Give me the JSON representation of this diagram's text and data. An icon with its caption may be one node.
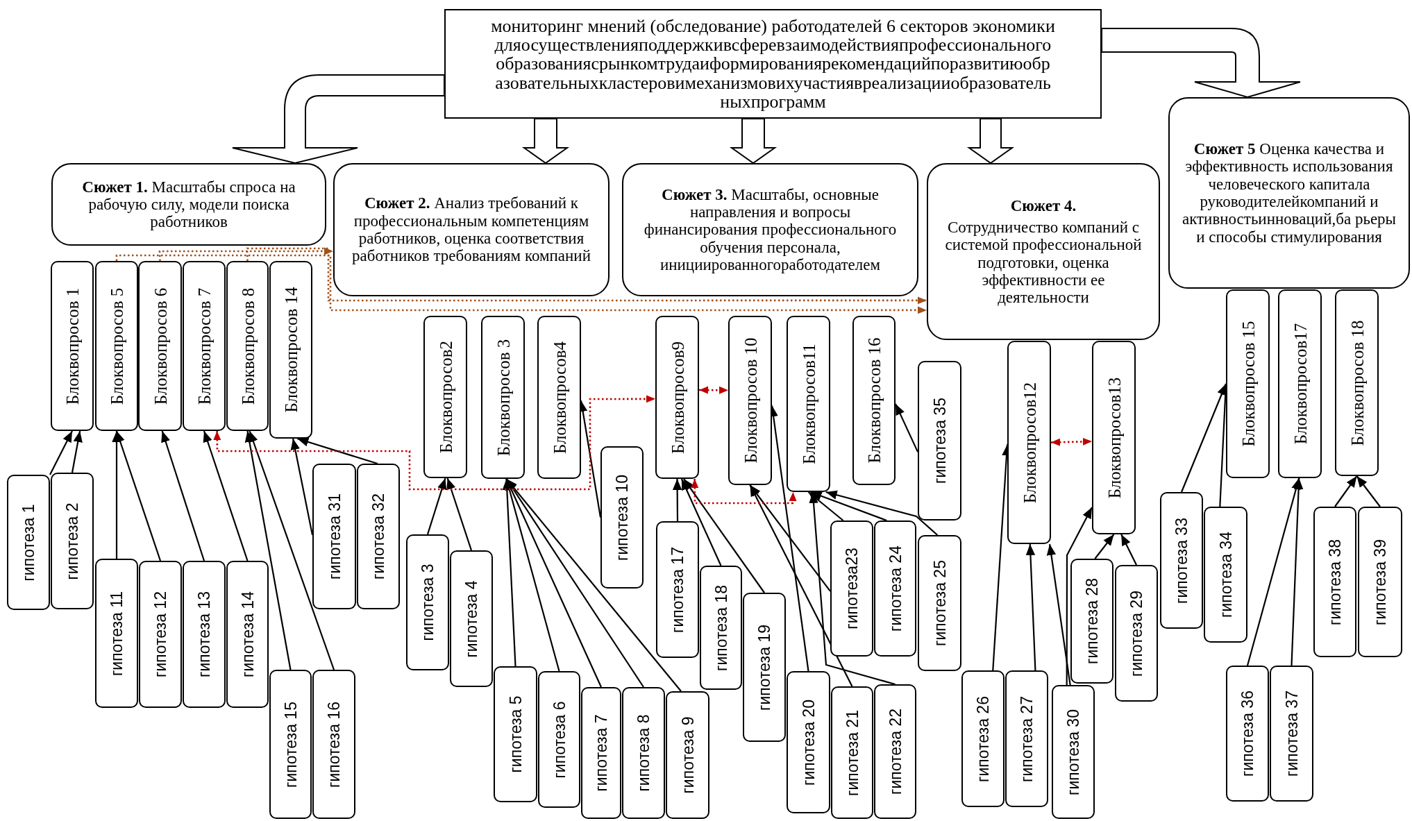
{
  "diagram": {
    "nodes": [
      {
        "text": [
          "мониторинг мнений (обследование) работодателей 6 секторов экономики дляосуществленияподдержкивсферевзаимодействияпрофессионального образованиясрынкомтрудаиформированиярекомендацийпоразвитиюобр азовательныхкластеровимеханизмовихучастиявреализацииобразователь ныхпрограмм"
        ]
      },
      {
        "text": [
          "**Сюжет 1.** Масштабы спроса на рабочую силу, модели поиска работников"
        ]
      },
      {
        "text": [
          "**Сюжет 2.** Анализ требований к профессиональным компетенциям работников, оценка соответствия работников требованиям компаний"
        ]
      },
      {
        "text": [
          "**Сюжет 3.** Масштабы, основные направления и вопросы финансирования профессионального обучения персонала, инициированногоработодателем"
        ]
      },
      {
        "text": [
          "Сюжет 4.",
          "Сотрудничество компаний с системой профессиональной подготовки, оценка эффективности ее деятельности"
        ]
      },
      {
        "text": [
          "**Сюжет 5** Оценка качества и эффективность использования человеческого капитала руководителейкомпаний и активностьинноваций,ба рьеры и способы стимулирования"
        ]
      },
      {
        "text": [
          "Блоквопросов 1"
        ]
      },
      {
        "text": [
          "Блоквопросов 5"
        ]
      },
      {
        "text": [
          "Блоквопросов 6"
        ]
      },
      {
        "text": [
          "Блоквопросов 7"
        ]
      },
      {
        "text": [
          "Блоквопросов 8"
        ]
      },
      {
        "text": [
          "Блоквопросов 14"
        ]
      },
      {
        "text": [
          "Блоквопросов2"
        ]
      },
      {
        "text": [
          "Блоквопросов 3"
        ]
      },
      {
        "text": [
          "Блоквопросов4"
        ]
      },
      {
        "text": [
          "Блоквопросов9"
        ]
      },
      {
        "text": [
          "Блоквопросов 10"
        ]
      },
      {
        "text": [
          "Блоквопросов11"
        ]
      },
      {
        "text": [
          "Блоквопросов 16"
        ]
      },
      {
        "text": [
          "Блоквопросов12"
        ]
      },
      {
        "text": [
          "Блоквопросов13"
        ]
      },
      {
        "text": [
          "Блоквопросов 15"
        ]
      },
      {
        "text": [
          "Блоквопросов17"
        ]
      },
      {
        "text": [
          "Блоквопросов 18"
        ]
      },
      {
        "text": [
          "гипотеза 1"
        ]
      },
      {
        "text": [
          "гипотеза 2"
        ]
      },
      {
        "text": [
          "гипотеза 3"
        ]
      },
      {
        "text": [
          "гипотеза 4"
        ]
      },
      {
        "text": [
          "гипотеза 5"
        ]
      },
      {
        "text": [
          "гипотеза 6"
        ]
      },
      {
        "text": [
          "гипотеза 7"
        ]
      },
      {
        "text": [
          "гипотеза 8"
        ]
      },
      {
        "text": [
          "гипотеза 9"
        ]
      },
      {
        "text": [
          "гипотеза 10"
        ]
      },
      {
        "text": [
          "гипотеза 11"
        ]
      },
      {
        "text": [
          "гипотеза 12"
        ]
      },
      {
        "text": [
          "гипотеза 13"
        ]
      },
      {
        "text": [
          "гипотеза 14"
        ]
      },
      {
        "text": [
          "гипотеза 15"
        ]
      },
      {
        "text": [
          "гипотеза 16"
        ]
      },
      {
        "text": [
          "гипотеза 17"
        ]
      },
      {
        "text": [
          "гипотеза 18"
        ]
      },
      {
        "text": [
          "гипотеза 19"
        ]
      },
      {
        "text": [
          "гипотеза 20"
        ]
      },
      {
        "text": [
          "гипотеза 21"
        ]
      },
      {
        "text": [
          "гипотеза 22"
        ]
      },
      {
        "text": [
          "гипотеза23"
        ]
      },
      {
        "text": [
          "гипотеза 24"
        ]
      },
      {
        "text": [
          "гипотеза 25"
        ]
      },
      {
        "text": [
          "гипотеза 26"
        ]
      },
      {
        "text": [
          "гипотеза 27"
        ]
      },
      {
        "text": [
          "гипотеза 28"
        ]
      },
      {
        "text": [
          "гипотеза 29"
        ]
      },
      {
        "text": [
          "гипотеза 30"
        ]
      },
      {
        "text": [
          "гипотеза 31"
        ]
      },
      {
        "text": [
          "гипотеза 32"
        ]
      },
      {
        "text": [
          "гипотеза 33"
        ]
      },
      {
        "text": [
          "гипотеза 34"
        ]
      },
      {
        "text": [
          "гипотеза 35"
        ]
      },
      {
        "text": [
          "гипотеза 36"
        ]
      },
      {
        "text": [
          "гипотеза 37"
        ]
      },
      {
        "text": [
          "гипотеза 38"
        ]
      },
      {
        "text": [
          "гипотеза 39"
        ]
      }
    ],
    "edges": [
      {
        "from": 0,
        "to": 1,
        "arrow": "to",
        "style": "thick"
      },
      {
        "from": 0,
        "to": 2,
        "arrow": "to",
        "style": "thick"
      },
      {
        "from": 0,
        "to": 3,
        "arrow": "to",
        "style": "thick"
      },
      {
        "from": 0,
        "to": 4,
        "arrow": "to",
        "style": "thick"
      },
      {
        "from": 0,
        "to": 5,
        "arrow": "to",
        "style": "thick"
      },
      {
        "from": 24,
        "to": 6,
        "arrow": "to"
      },
      {
        "from": 25,
        "to": 6,
        "arrow": "to"
      },
      {
        "from": 34,
        "to": 7,
        "arrow": "to"
      },
      {
        "from": 35,
        "to": 7,
        "arrow": "to"
      },
      {
        "from": 36,
        "to": 8,
        "arrow": "to"
      },
      {
        "from": 37,
        "to": 9,
        "arrow": "to"
      },
      {
        "from": 38,
        "to": 10,
        "arrow": "to"
      },
      {
        "from": 39,
        "to": 10,
        "arrow": "to"
      },
      {
        "from": 54,
        "to": 11,
        "arrow": "to"
      },
      {
        "from": 55,
        "to": 11,
        "arrow": "to"
      },
      {
        "from": 26,
        "to": 12,
        "arrow": "to"
      },
      {
        "from": 27,
        "to": 12,
        "arrow": "to"
      },
      {
        "from": 28,
        "to": 13,
        "arrow": "to"
      },
      {
        "from": 29,
        "to": 13,
        "arrow": "to"
      },
      {
        "from": 30,
        "to": 13,
        "arrow": "to"
      },
      {
        "from": 31,
        "to": 13,
        "arrow": "to"
      },
      {
        "from": 32,
        "to": 13,
        "arrow": "to"
      },
      {
        "from": 33,
        "to": 14,
        "arrow": "to"
      },
      {
        "from": 40,
        "to": 15,
        "arrow": "to"
      },
      {
        "from": 41,
        "to": 15,
        "arrow": "to"
      },
      {
        "from": 42,
        "to": 15,
        "arrow": "to"
      },
      {
        "from": 43,
        "to": 16,
        "arrow": "to"
      },
      {
        "from": 44,
        "to": 16,
        "arrow": "to"
      },
      {
        "from": 46,
        "to": 16,
        "arrow": "to"
      },
      {
        "from": 45,
        "to": 17,
        "arrow": "to"
      },
      {
        "from": 46,
        "to": 17,
        "arrow": "to"
      },
      {
        "from": 47,
        "to": 17,
        "arrow": "to"
      },
      {
        "from": 48,
        "to": 17,
        "arrow": "to"
      },
      {
        "from": 58,
        "to": 18,
        "arrow": "to"
      },
      {
        "from": 49,
        "to": 19,
        "arrow": "to"
      },
      {
        "from": 50,
        "to": 19,
        "arrow": "to"
      },
      {
        "from": 53,
        "to": 19,
        "arrow": "to"
      },
      {
        "from": 53,
        "to": 20,
        "arrow": "to"
      },
      {
        "from": 51,
        "to": 20,
        "arrow": "to"
      },
      {
        "from": 52,
        "to": 20,
        "arrow": "to"
      },
      {
        "from": 56,
        "to": 21,
        "arrow": "to"
      },
      {
        "from": 57,
        "to": 21,
        "arrow": "to"
      },
      {
        "from": 59,
        "to": 22,
        "arrow": "to"
      },
      {
        "from": 60,
        "to": 22,
        "arrow": "to"
      },
      {
        "from": 61,
        "to": 23,
        "arrow": "to"
      },
      {
        "from": 62,
        "to": 23,
        "arrow": "to"
      },
      {
        "from": 8,
        "to": 2,
        "arrow": "to",
        "style": "dashed",
        "color": "#a0521d"
      },
      {
        "from": 7,
        "to": 4,
        "arrow": "to",
        "style": "dashed",
        "color": "#a0521d"
      },
      {
        "from": 10,
        "to": 4,
        "arrow": "to",
        "style": "dashed",
        "color": "#a0521d"
      },
      {
        "from": 9,
        "to": 15,
        "arrow": "both",
        "style": "dashed",
        "color": "#c00000"
      },
      {
        "from": 15,
        "to": 16,
        "arrow": "both",
        "style": "dashed",
        "color": "#c00000"
      },
      {
        "from": 15,
        "to": 17,
        "arrow": "both",
        "style": "dashed",
        "color": "#c00000"
      },
      {
        "from": 19,
        "to": 20,
        "arrow": "both",
        "style": "dashed",
        "color": "#c00000"
      }
    ]
  }
}
